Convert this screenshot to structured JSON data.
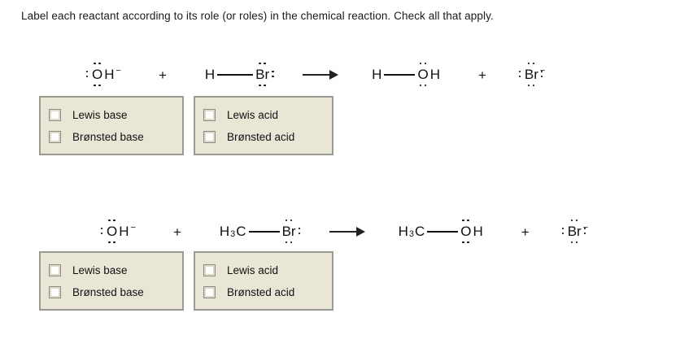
{
  "prompt": "Label each reactant according to its role (or roles) in the chemical reaction. Check all that apply.",
  "symbols": {
    "plus": "+",
    "O": "O",
    "H": "H",
    "Br": "Br",
    "C": "C",
    "minus": "−",
    "three": "3",
    "arrow": "arrow-right"
  },
  "equations": [
    {
      "id": "reaction-1",
      "reactant_1": {
        "formula": "OH−",
        "atoms": [
          "O",
          "H"
        ],
        "charge": "−",
        "lone_pairs_on_O": 3
      },
      "reactant_2": {
        "formula": "H—Br",
        "atoms": [
          "H",
          "Br"
        ],
        "lone_pairs_on_Br": 3
      },
      "product_1": {
        "formula": "H—OH",
        "atoms": [
          "H",
          "O",
          "H"
        ],
        "lone_pairs_on_O": 2
      },
      "product_2": {
        "formula": "Br−",
        "atoms": [
          "Br"
        ],
        "charge": "−",
        "lone_pairs_on_Br": 4
      }
    },
    {
      "id": "reaction-2",
      "reactant_1": {
        "formula": "OH−",
        "atoms": [
          "O",
          "H"
        ],
        "charge": "−",
        "lone_pairs_on_O": 3
      },
      "reactant_2": {
        "formula": "H3C—Br",
        "atoms": [
          "H",
          "3",
          "C",
          "Br"
        ],
        "lone_pairs_on_Br": 3
      },
      "product_1": {
        "formula": "H3C—OH",
        "atoms": [
          "H",
          "3",
          "C",
          "O",
          "H"
        ],
        "lone_pairs_on_O": 2
      },
      "product_2": {
        "formula": "Br−",
        "atoms": [
          "Br"
        ],
        "charge": "−",
        "lone_pairs_on_Br": 4
      }
    }
  ],
  "answer_panels": [
    {
      "id": "reaction-1-reactant-1",
      "options": [
        {
          "label": "Lewis base",
          "checked": false
        },
        {
          "label": "Brønsted base",
          "checked": false
        }
      ]
    },
    {
      "id": "reaction-1-reactant-2",
      "options": [
        {
          "label": "Lewis acid",
          "checked": false
        },
        {
          "label": "Brønsted acid",
          "checked": false
        }
      ]
    },
    {
      "id": "reaction-2-reactant-1",
      "options": [
        {
          "label": "Lewis base",
          "checked": false
        },
        {
          "label": "Brønsted base",
          "checked": false
        }
      ]
    },
    {
      "id": "reaction-2-reactant-2",
      "options": [
        {
          "label": "Lewis acid",
          "checked": false
        },
        {
          "label": "Brønsted acid",
          "checked": false
        }
      ]
    }
  ],
  "colors": {
    "panel_background": "#e9e6d6",
    "panel_border": "#9a9a93",
    "checkbox_fill": "#ffffff",
    "text": "#111111",
    "page_background": "#ffffff"
  }
}
